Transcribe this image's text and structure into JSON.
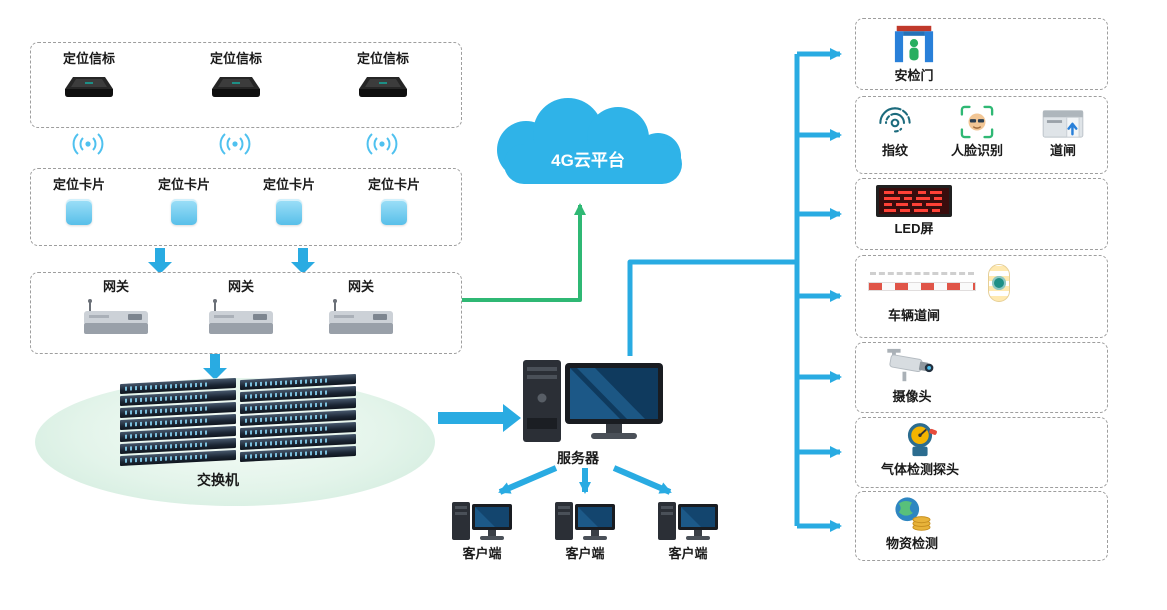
{
  "colors": {
    "accent_blue": "#29abe2",
    "accent_green": "#2fb874",
    "led_red": "#ff4136"
  },
  "beacon_group": {
    "items": [
      {
        "label": "定位信标"
      },
      {
        "label": "定位信标"
      },
      {
        "label": "定位信标"
      }
    ],
    "icon": "beacon-icon",
    "link_icon": "wifi-signal-icon"
  },
  "card_group": {
    "items": [
      {
        "label": "定位卡片"
      },
      {
        "label": "定位卡片"
      },
      {
        "label": "定位卡片"
      },
      {
        "label": "定位卡片"
      }
    ],
    "icon": "location-card-icon"
  },
  "gateway_group": {
    "items": [
      {
        "label": "网关"
      },
      {
        "label": "网关"
      },
      {
        "label": "网关"
      }
    ],
    "icon": "gateway-icon"
  },
  "switch_group": {
    "label": "交换机",
    "icon": "switch-stack-icon"
  },
  "cloud": {
    "label": "4G云平台",
    "icon": "cloud-icon"
  },
  "server": {
    "label": "服务器",
    "icon": "server-icon"
  },
  "clients": {
    "items": [
      {
        "label": "客户端"
      },
      {
        "label": "客户端"
      },
      {
        "label": "客户端"
      }
    ],
    "icon": "client-computer-icon"
  },
  "peripherals": {
    "boxes": [
      {
        "label": "安检门",
        "icon": "security-gate-icon"
      },
      {
        "items": [
          {
            "label": "指纹",
            "icon": "fingerprint-icon"
          },
          {
            "label": "人脸识别",
            "icon": "face-recognition-icon"
          },
          {
            "label": "道闸",
            "icon": "turnstile-icon"
          }
        ]
      },
      {
        "label": "LED屏",
        "icon": "led-screen-icon"
      },
      {
        "label": "车辆道闸",
        "icon": "vehicle-barrier-icon"
      },
      {
        "label": "摄像头",
        "icon": "camera-icon"
      },
      {
        "label": "气体检测探头",
        "icon": "gas-detector-icon"
      },
      {
        "label": "物资检测",
        "icon": "material-detection-icon"
      }
    ]
  }
}
